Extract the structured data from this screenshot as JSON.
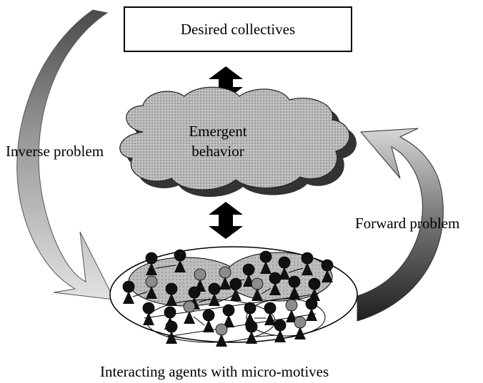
{
  "diagram": {
    "top_box": {
      "label": "Desired collectives"
    },
    "cloud": {
      "line1": "Emergent",
      "line2": "behavior"
    },
    "left_arrow": {
      "label": "Inverse problem"
    },
    "right_arrow": {
      "label": "Forward problem"
    },
    "bottom": {
      "caption": "Interacting agents with micro-motives"
    }
  },
  "colors": {
    "cloud_fill": "#b5b5b5",
    "cloud_shadow": "#3a3a3a",
    "arrow_dark": "#2e2e2e",
    "arrow_light": "#cfcfcf",
    "agent_dark": "#111111",
    "agent_gray": "#8c8c8c"
  },
  "icons": [
    "double-arrow-icon",
    "cloud-icon",
    "agent-icon",
    "curved-arrow-icon"
  ]
}
